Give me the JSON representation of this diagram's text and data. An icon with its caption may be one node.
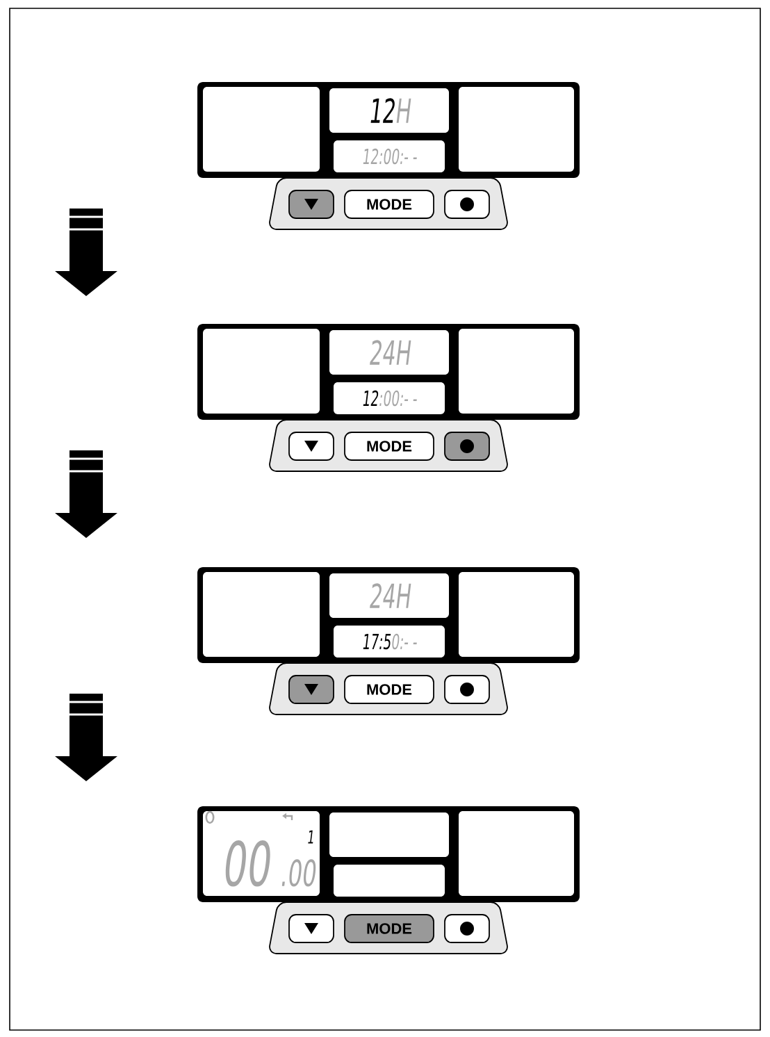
{
  "diagram": {
    "nodes": [
      {
        "text": [],
        "shape": "box"
      },
      {
        "text": [],
        "shape": "box",
        "in": 0
      },
      {
        "text": [
          "12",
          "H"
        ],
        "in": 0
      },
      {
        "text": [
          "12:00:- -"
        ],
        "in": 0
      },
      {
        "text": [],
        "shape": "box",
        "in": 0
      },
      {
        "text": [],
        "shape": "box"
      },
      {
        "text": [],
        "shape": "box",
        "in": 5
      },
      {
        "text": [
          "MODE"
        ],
        "in": 5
      },
      {
        "text": [],
        "shape": "box",
        "in": 5
      },
      {
        "text": [],
        "shape": "box"
      },
      {
        "text": [],
        "shape": "box",
        "in": 9
      },
      {
        "text": [
          "24H"
        ],
        "in": 9
      },
      {
        "text": [
          "12",
          ":00:- -"
        ],
        "in": 9
      },
      {
        "text": [],
        "shape": "box",
        "in": 9
      },
      {
        "text": [],
        "shape": "box"
      },
      {
        "text": [],
        "shape": "box",
        "in": 14
      },
      {
        "text": [
          "MODE"
        ],
        "in": 14
      },
      {
        "text": [],
        "shape": "box",
        "in": 14
      },
      {
        "text": [],
        "shape": "box"
      },
      {
        "text": [],
        "shape": "box",
        "in": 18
      },
      {
        "text": [
          "24H"
        ],
        "in": 18
      },
      {
        "text": [
          "17:5",
          "0:- -"
        ],
        "in": 18
      },
      {
        "text": [],
        "shape": "box",
        "in": 18
      },
      {
        "text": [],
        "shape": "box"
      },
      {
        "text": [],
        "shape": "box",
        "in": 23
      },
      {
        "text": [
          "MODE"
        ],
        "in": 23
      },
      {
        "text": [],
        "shape": "box",
        "in": 23
      },
      {
        "text": [],
        "shape": "box"
      },
      {
        "text": [
          "00",
          "1",
          ".00"
        ],
        "in": 27
      },
      {
        "text": [],
        "shape": "box",
        "in": 27
      },
      {
        "text": [],
        "shape": "box",
        "in": 27
      },
      {
        "text": [],
        "shape": "box",
        "in": 27
      },
      {
        "text": [],
        "shape": "box"
      },
      {
        "text": [],
        "shape": "box",
        "in": 32
      },
      {
        "text": [
          "MODE"
        ],
        "in": 32
      },
      {
        "text": [],
        "shape": "box",
        "in": 32
      }
    ]
  }
}
